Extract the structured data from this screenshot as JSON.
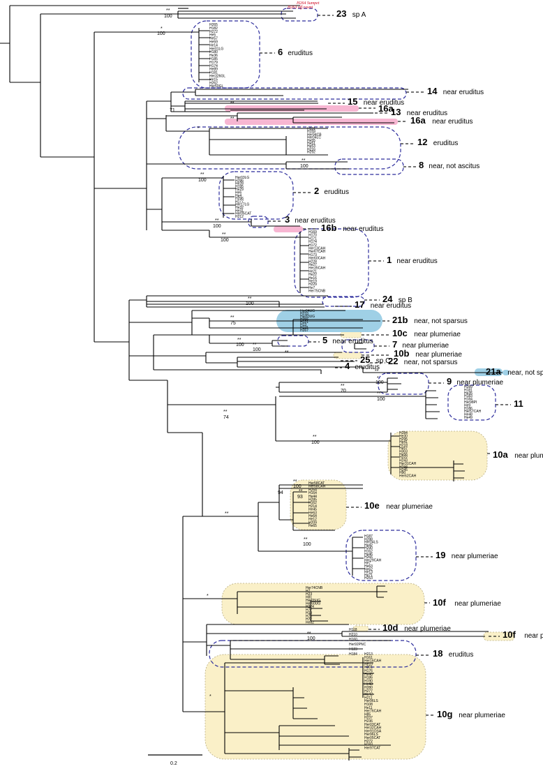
{
  "scale_bar": {
    "label": "0.2"
  },
  "support": {
    "high": "**",
    "mid": "*",
    "v100": "100",
    "v75": "75",
    "v74": "74",
    "v71": "71",
    "v70": "70",
    "v94": "94",
    "v93": "93"
  },
  "outgroup_labels": [
    "H264 Sumpet",
    "H263 off.rasmi"
  ],
  "clades": {
    "c23": {
      "number": "23",
      "description": "sp A"
    },
    "c6": {
      "number": "6",
      "description": "eruditus"
    },
    "c14": {
      "number": "14",
      "description": "near eruditus"
    },
    "c15": {
      "number": "15",
      "description": "near eruditus"
    },
    "c16a": {
      "number": "16a",
      "description": ""
    },
    "c13": {
      "number": "13",
      "description": "near eruditus"
    },
    "c16a2": {
      "number": "16a",
      "description": "near eruditus"
    },
    "c12": {
      "number": "12",
      "description": "eruditus"
    },
    "c8": {
      "number": "8",
      "description": "near, not ascitus"
    },
    "c2": {
      "number": "2",
      "description": "eruditus"
    },
    "c3": {
      "number": "3",
      "description": "near eruditus"
    },
    "c16b": {
      "number": "16b",
      "description": "near eruditus"
    },
    "c1": {
      "number": "1",
      "description": "near eruditus"
    },
    "c24": {
      "number": "24",
      "description": "sp B"
    },
    "c17": {
      "number": "17",
      "description": "near eruditus"
    },
    "c21b": {
      "number": "21b",
      "description": "near, not sparsus"
    },
    "c10c": {
      "number": "10c",
      "description": "near plumeriae"
    },
    "c5": {
      "number": "5",
      "description": "near eruditus"
    },
    "c7": {
      "number": "7",
      "description": "near plumeriae"
    },
    "c10b": {
      "number": "10b",
      "description": "near plumeriae"
    },
    "c25": {
      "number": "25",
      "description": "sp C"
    },
    "c22": {
      "number": "22",
      "description": "near, not sparsus"
    },
    "c4": {
      "number": "4",
      "description": "eruditus"
    },
    "c21a": {
      "number": "21a",
      "description": "near, not sparsus"
    },
    "c9": {
      "number": "9",
      "description": "near plumeriae"
    },
    "c11": {
      "number": "11",
      "description": ""
    },
    "c10a": {
      "number": "10a",
      "description": "near plumeriae"
    },
    "c10e": {
      "number": "10e",
      "description": "near plumeriae"
    },
    "c19": {
      "number": "19",
      "description": "near plumeriae"
    },
    "c10f": {
      "number": "10f",
      "description": "near plumeriae"
    },
    "c10d": {
      "number": "10d",
      "description": "near plumeriae"
    },
    "c10f2": {
      "number": "10f",
      "description": "near plumeriae"
    },
    "c18": {
      "number": "18",
      "description": "eruditus"
    },
    "c10g": {
      "number": "10g",
      "description": "near plumeriae"
    }
  },
  "tips": {
    "t6": [
      "H265",
      "H182",
      "H272",
      "He5",
      "He57",
      "He59",
      "He14",
      "Her01LG",
      "H180",
      "He36",
      "H185",
      "H179",
      "H174",
      "He89",
      "H181",
      "Her326GL",
      "He15",
      "H262",
      "Her50GL"
    ],
    "t12": [
      "H131",
      "H159",
      "Her94CB",
      "Her04LC",
      "He55",
      "He51",
      "He53",
      "H216",
      "H292"
    ],
    "t2": [
      "Her03LG",
      "H286",
      "He28",
      "H195",
      "He29",
      "He6",
      "He4",
      "H296",
      "H177",
      "Her17LG",
      "He32",
      "He31",
      "Her05CAT",
      "H212"
    ],
    "t1": [
      "H169",
      "H170",
      "H171",
      "H174",
      "H172",
      "Her13CAH",
      "Her67CAH",
      "H173",
      "Her60CAH",
      "H228",
      "He27",
      "Her35CAH",
      "He21",
      "He22",
      "He16",
      "He19",
      "H229",
      "He7",
      "Her75CNB"
    ],
    "t21b": [
      "Her84UG",
      "H233",
      "Her83UG",
      "H356",
      "H121",
      "H13",
      "H115",
      "H267"
    ],
    "t11": [
      "H289",
      "H181",
      "He35",
      "H183",
      "H184",
      "Her98PI",
      "He9",
      "H186",
      "Her57CAH",
      "He48",
      "He49"
    ],
    "t10a": [
      "H284",
      "He30",
      "H295",
      "He41",
      "H218",
      "He57",
      "H303",
      "He56",
      "H222",
      "H243",
      "Her31CAH",
      "H244",
      "H245",
      "H90",
      "Her62CAH"
    ],
    "t10e": [
      "Her58CAT",
      "Her58CAH",
      "H264",
      "H164",
      "He44",
      "H285",
      "H162",
      "H214",
      "He45",
      "He63",
      "He64",
      "He12",
      "H209",
      "He65"
    ],
    "t19": [
      "H187",
      "H288",
      "Her04LS",
      "He42",
      "H290",
      "H162",
      "He46",
      "H266",
      "Her29CAH",
      "He7",
      "He63",
      "He62",
      "He13",
      "He71",
      "H253"
    ],
    "t10f": [
      "Her74CNB",
      "H7",
      "H23",
      "H81",
      "Her65UG",
      "Her60UG",
      "H224",
      "H77",
      "H19",
      "H75",
      "H72",
      "He82"
    ],
    "t18": [
      "H118",
      "H210",
      "H160",
      "Her92PNC",
      "H123",
      "H184"
    ],
    "t10g": [
      "H213",
      "H161",
      "Her16CAH",
      "He10",
      "H201",
      "H176",
      "He40",
      "H186",
      "H190",
      "He43",
      "H280",
      "H277",
      "He42",
      "H211",
      "Her96LS",
      "H108",
      "He11",
      "Her76CAH",
      "H85",
      "H237",
      "H236",
      "Her03CAT",
      "Her32CAH",
      "Her91OSA",
      "Her96LS",
      "Her05CAT",
      "H272",
      "H183",
      "Her97CAT"
    ]
  }
}
